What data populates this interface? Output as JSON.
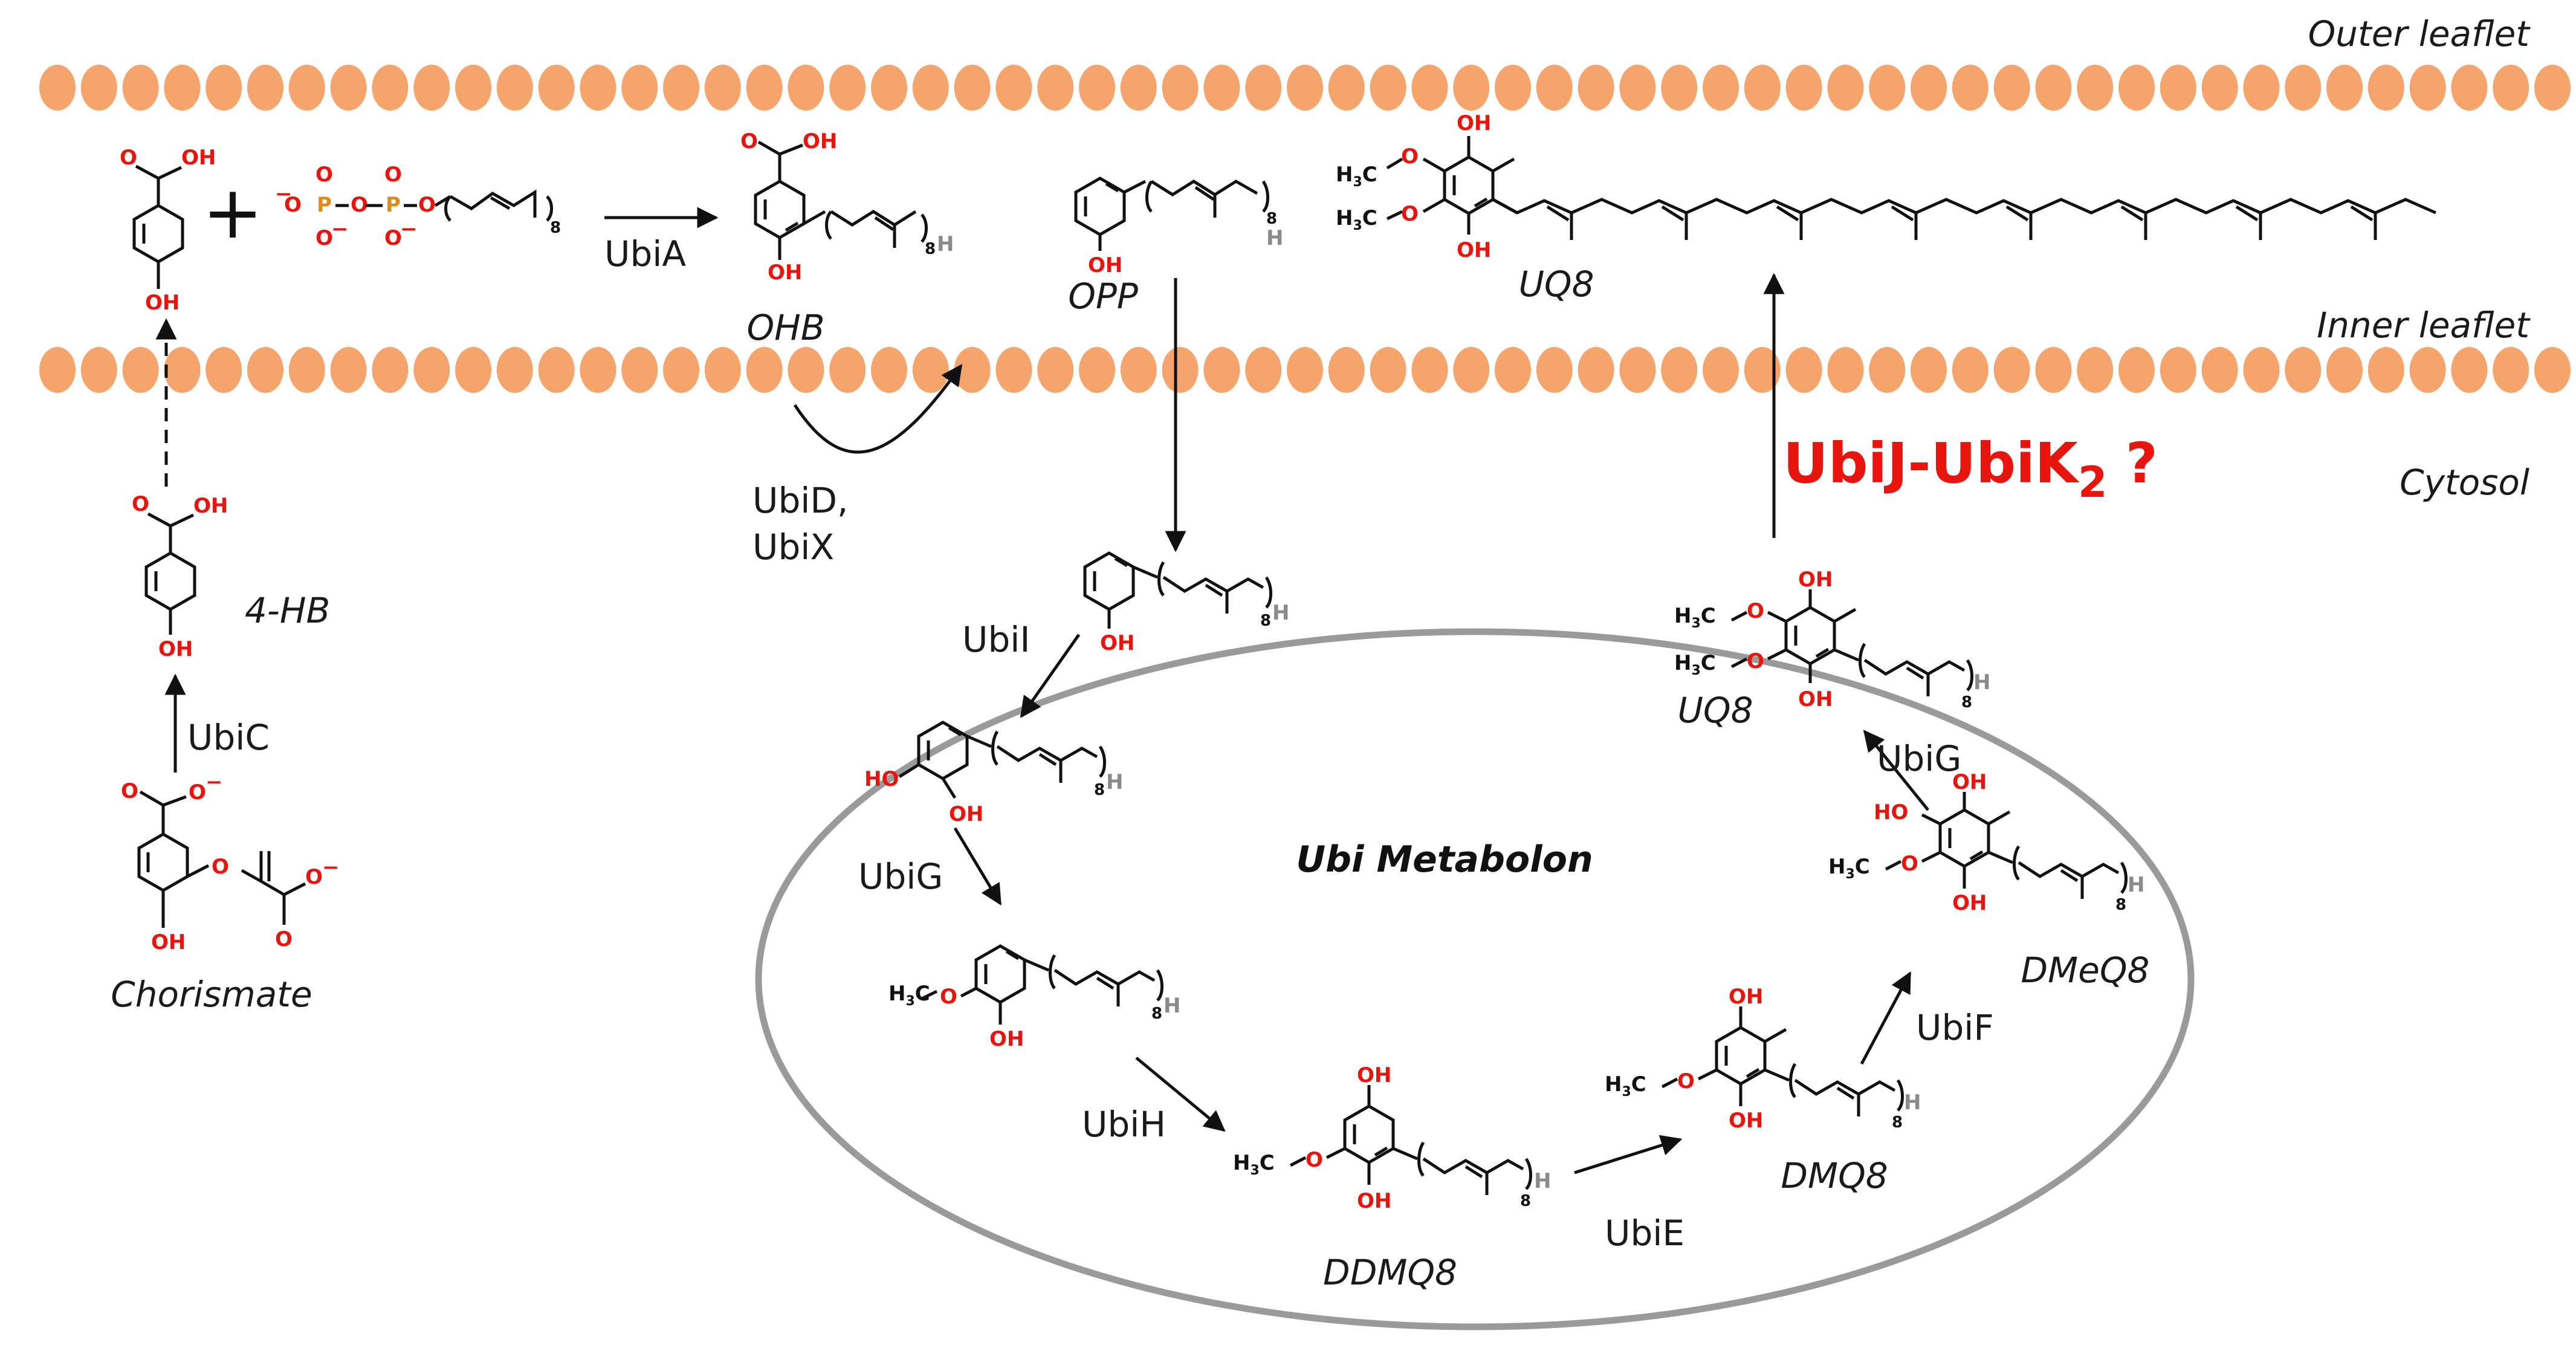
{
  "colors": {
    "membrane": "#F5A46C",
    "atom_oxygen": "#E8150E",
    "atom_phosphorus": "#E08A1E",
    "ubijk": "#E8150E",
    "ellipse": "#9A9A9A",
    "bond": "#111111",
    "hydrogen": "#8A8A8A"
  },
  "membrane": {
    "outer_label": "Outer leaflet",
    "inner_label": "Inner leaflet",
    "cytosol_label": "Cytosol"
  },
  "compounds": {
    "chorismate": "Chorismate",
    "four_hb": "4-HB",
    "ohb": "OHB",
    "opp": "OPP",
    "uq8_membrane": "UQ8",
    "uq8_metabolon": "UQ8",
    "ddmq8": "DDMQ8",
    "dmq8": "DMQ8",
    "dmeq8": "DMeQ8"
  },
  "enzymes": {
    "ubic": "UbiC",
    "ubia": "UbiA",
    "ubid": "UbiD,",
    "ubix": "UbiX",
    "ubii": "UbiI",
    "ubig_left": "UbiG",
    "ubih": "UbiH",
    "ubie": "UbiE",
    "ubif": "UbiF",
    "ubig_right": "UbiG"
  },
  "metabolon_title": "Ubi Metabolon",
  "ubijk": {
    "main": "UbiJ-UbiK",
    "sub": "2",
    "q": "?"
  },
  "atoms": {
    "oh": "OH",
    "o": "O",
    "o_minus": "O",
    "minus": "−",
    "o_p": "O",
    "p": "P",
    "h": "H",
    "h3c": "H",
    "h3c_sub": "3",
    "h3c_c": "C",
    "n8": "8",
    "plus": "+"
  }
}
